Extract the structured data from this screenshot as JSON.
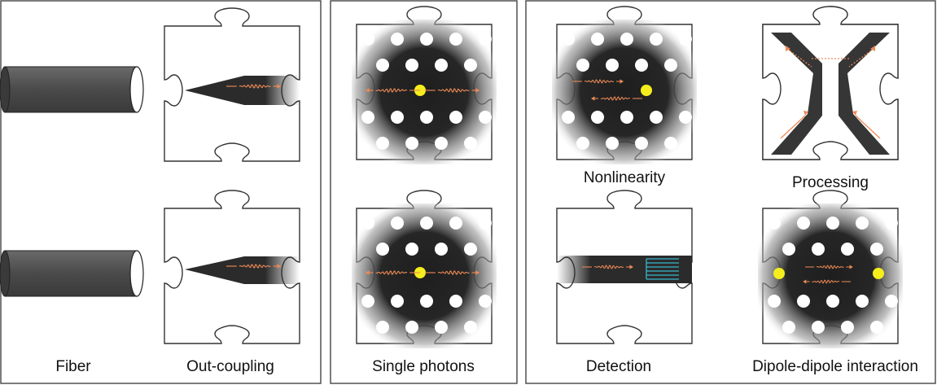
{
  "panels": {
    "left": {
      "fiber_label": "Fiber",
      "outcoupling_label": "Out-coupling"
    },
    "middle": {
      "single_photons_label": "Single photons"
    },
    "right": {
      "nonlinearity_label": "Nonlinearity",
      "processing_label": "Processing",
      "detection_label": "Detection",
      "dipole_label": "Dipole-dipole interaction"
    }
  },
  "colors": {
    "frame": "#444444",
    "waveguide": "#2b2b2b",
    "fiber_body": "#555555",
    "photon_wave": "#ee8a55",
    "quantum_emitter": "#f5ee1c",
    "detector": "#36b6cc"
  }
}
